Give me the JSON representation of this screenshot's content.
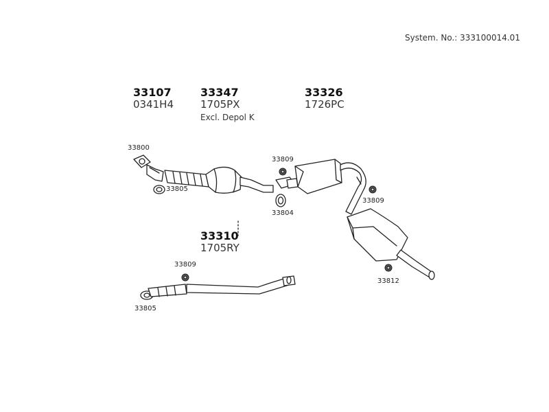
{
  "system_number": "System. No.: 333100014.01",
  "groups": [
    {
      "number": "33107",
      "code": "0341H4",
      "note": ""
    },
    {
      "number": "33347",
      "code": "1705PX",
      "note": "Excl. Depol K"
    },
    {
      "number": "33326",
      "code": "1726PC",
      "note": ""
    },
    {
      "number": "33310",
      "code": "1705RY",
      "note": ""
    }
  ],
  "callouts": [
    "33800",
    "33805",
    "33809",
    "33804",
    "33809",
    "33812",
    "33809",
    "33805"
  ]
}
